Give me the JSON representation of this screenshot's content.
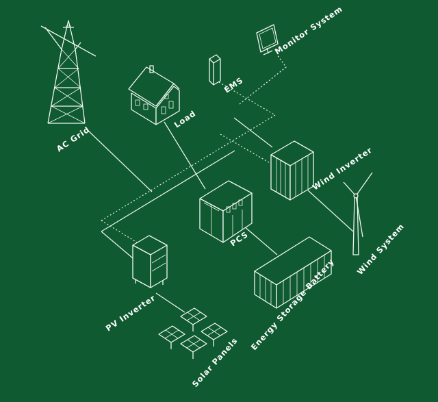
{
  "colors": {
    "background": "#0f5a30",
    "line": "#e9f2ea"
  },
  "labels": {
    "ac_grid": "AC Grid",
    "load": "Load",
    "ems": "EMS",
    "monitor_system": "Monitor System",
    "wind_inverter": "Wind Inverter",
    "wind_system": "Wind System",
    "pcs": "PCS",
    "pv_inverter": "PV Inverter",
    "energy_storage_battery": "Energy Storage Battery",
    "solar_panels": "Solar Panels"
  },
  "icons": [
    "transmission-tower-icon",
    "house-icon",
    "ems-cabinet-icon",
    "monitor-icon",
    "wind-inverter-cabinet-icon",
    "wind-turbine-icon",
    "pcs-cabinet-icon",
    "pv-inverter-icon",
    "battery-container-icon",
    "solar-panel-icon"
  ]
}
